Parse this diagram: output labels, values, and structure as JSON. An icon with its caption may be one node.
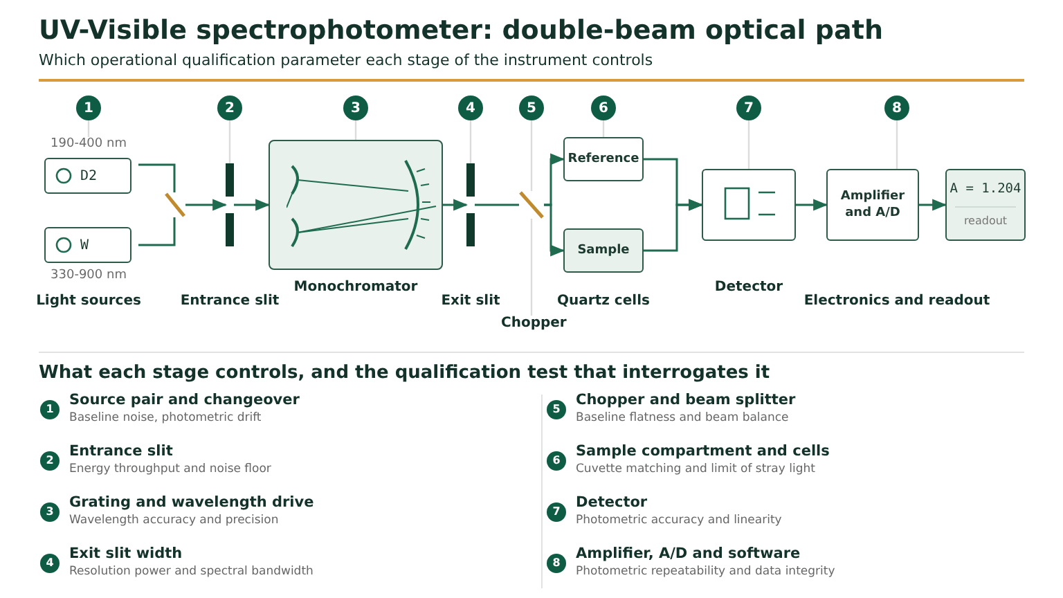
{
  "diagram": {
    "title": "UV-Visible spectrophotometer: double-beam optical path",
    "nodes": [
      {
        "text": [
          "1"
        ]
      },
      {
        "text": [
          "2"
        ]
      },
      {
        "text": [
          "3"
        ]
      },
      {
        "text": [
          "4"
        ]
      },
      {
        "text": [
          "5"
        ]
      },
      {
        "text": [
          "6"
        ]
      },
      {
        "text": [
          "7"
        ]
      },
      {
        "text": [
          "8"
        ]
      },
      {
        "text": [
          "D2"
        ],
        "beside": [
          "190-400 nm"
        ]
      },
      {
        "text": [
          "W"
        ],
        "beside": [
          "330-900 nm"
        ]
      },
      {
        "text": [],
        "shape": "bar"
      },
      {
        "text": [],
        "shape": "bar"
      },
      {
        "text": [
          "Monochromator"
        ]
      },
      {
        "text": [],
        "shape": "bar"
      },
      {
        "text": [],
        "shape": "bar"
      },
      {
        "text": [
          "Reference"
        ]
      },
      {
        "text": [
          "Sample"
        ]
      },
      {
        "text": [
          "Detector"
        ]
      },
      {
        "text": [
          "Amplifier and A/D"
        ]
      },
      {
        "text": [
          "A = 1.204",
          "readout"
        ]
      },
      {
        "text": [
          "1"
        ],
        "beside": [
          "Source pair and changeover",
          "Baseline noise, photometric drift"
        ]
      },
      {
        "text": [
          "2"
        ],
        "beside": [
          "Entrance slit",
          "Energy throughput and noise floor"
        ]
      },
      {
        "text": [
          "3"
        ],
        "beside": [
          "Grating and wavelength drive",
          "Wavelength accuracy and precision"
        ]
      },
      {
        "text": [
          "4"
        ],
        "beside": [
          "Exit slit width",
          "Resolution power and spectral bandwidth"
        ]
      },
      {
        "text": [
          "5"
        ],
        "beside": [
          "Chopper and beam splitter",
          "Baseline flatness and beam balance"
        ]
      },
      {
        "text": [
          "6"
        ],
        "beside": [
          "Sample compartment and cells",
          "Cuvette matching and limit of stray light"
        ]
      },
      {
        "text": [
          "7"
        ],
        "beside": [
          "Detector",
          "Photometric accuracy and linearity"
        ]
      },
      {
        "text": [
          "8"
        ],
        "beside": [
          "Amplifier, A/D and software",
          "Photometric repeatability and data integrity"
        ]
      },
      {
        "text": [
          "Chopper"
        ]
      }
    ],
    "edges": [
      {
        "from": 0,
        "to": 8,
        "arrow": "none",
        "color": "#dcdcdc"
      },
      {
        "from": 1,
        "to": 11,
        "arrow": "none",
        "color": "#dcdcdc"
      },
      {
        "from": 2,
        "to": 12,
        "arrow": "none",
        "color": "#dcdcdc"
      },
      {
        "from": 3,
        "to": 13,
        "arrow": "none",
        "color": "#dcdcdc"
      },
      {
        "from": 4,
        "to": 14,
        "arrow": "none",
        "color": "#dcdcdc"
      },
      {
        "from": 5,
        "to": 15,
        "arrow": "none",
        "color": "#dcdcdc"
      },
      {
        "from": 6,
        "to": 17,
        "arrow": "none",
        "color": "#dcdcdc"
      },
      {
        "from": 7,
        "to": 18,
        "arrow": "none",
        "color": "#dcdcdc"
      },
      {
        "from": 8,
        "to": 10,
        "arrow": "none"
      },
      {
        "from": 9,
        "to": 10,
        "arrow": "none"
      },
      {
        "from": 10,
        "to": 11,
        "arrow": "to"
      },
      {
        "from": 11,
        "to": 12,
        "arrow": "to"
      },
      {
        "from": 12,
        "to": 13,
        "arrow": "to"
      },
      {
        "from": 13,
        "to": 14,
        "arrow": "none"
      },
      {
        "from": 14,
        "to": 15,
        "arrow": "to"
      },
      {
        "from": 14,
        "to": 16,
        "arrow": "to"
      },
      {
        "from": 15,
        "to": 17,
        "arrow": "to"
      },
      {
        "from": 16,
        "to": 17,
        "arrow": "to"
      },
      {
        "from": 17,
        "to": 18,
        "arrow": "to"
      },
      {
        "from": 18,
        "to": 19,
        "arrow": "to"
      },
      {
        "from": 28,
        "to": 14,
        "arrow": "none",
        "color": "#dcdcdc"
      }
    ],
    "labels": [
      "Which operational qualification parameter each stage of the instrument controls",
      "Light sources",
      "Entrance slit",
      "Exit slit",
      "Quartz cells",
      "Electronics and readout",
      "What each stage controls, and the qualification test that interrogates it"
    ]
  }
}
